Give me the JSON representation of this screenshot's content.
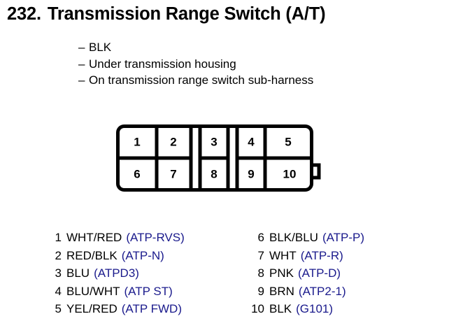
{
  "header": {
    "number": "232.",
    "title": "Transmission Range Switch (A/T)"
  },
  "notes": {
    "dash": "–",
    "items": [
      "BLK",
      "Under transmission housing",
      "On transmission range switch sub-harness"
    ]
  },
  "connector": {
    "label": "10-pin connector",
    "rows": [
      [
        "1",
        "2",
        "3",
        "4",
        "5"
      ],
      [
        "6",
        "7",
        "8",
        "9",
        "10"
      ]
    ],
    "tab": "locking-tab"
  },
  "legend": {
    "left": [
      {
        "pin": "1",
        "wire": "WHT/RED",
        "signal": "(ATP-RVS)"
      },
      {
        "pin": "2",
        "wire": "RED/BLK",
        "signal": "(ATP-N)"
      },
      {
        "pin": "3",
        "wire": "BLU",
        "signal": "(ATPD3)"
      },
      {
        "pin": "4",
        "wire": "BLU/WHT",
        "signal": "(ATP ST)"
      },
      {
        "pin": "5",
        "wire": "YEL/RED",
        "signal": "(ATP FWD)"
      }
    ],
    "right": [
      {
        "pin": "6",
        "wire": "BLK/BLU",
        "signal": "(ATP-P)"
      },
      {
        "pin": "7",
        "wire": "WHT",
        "signal": "(ATP-R)"
      },
      {
        "pin": "8",
        "wire": "PNK",
        "signal": "(ATP-D)"
      },
      {
        "pin": "9",
        "wire": "BRN",
        "signal": "(ATP2-1)"
      },
      {
        "pin": "10",
        "wire": "BLK",
        "signal": "(G101)"
      }
    ]
  },
  "colors": {
    "signal_blue": "#1a1a8c",
    "outline_black": "#000000",
    "background": "#ffffff"
  }
}
